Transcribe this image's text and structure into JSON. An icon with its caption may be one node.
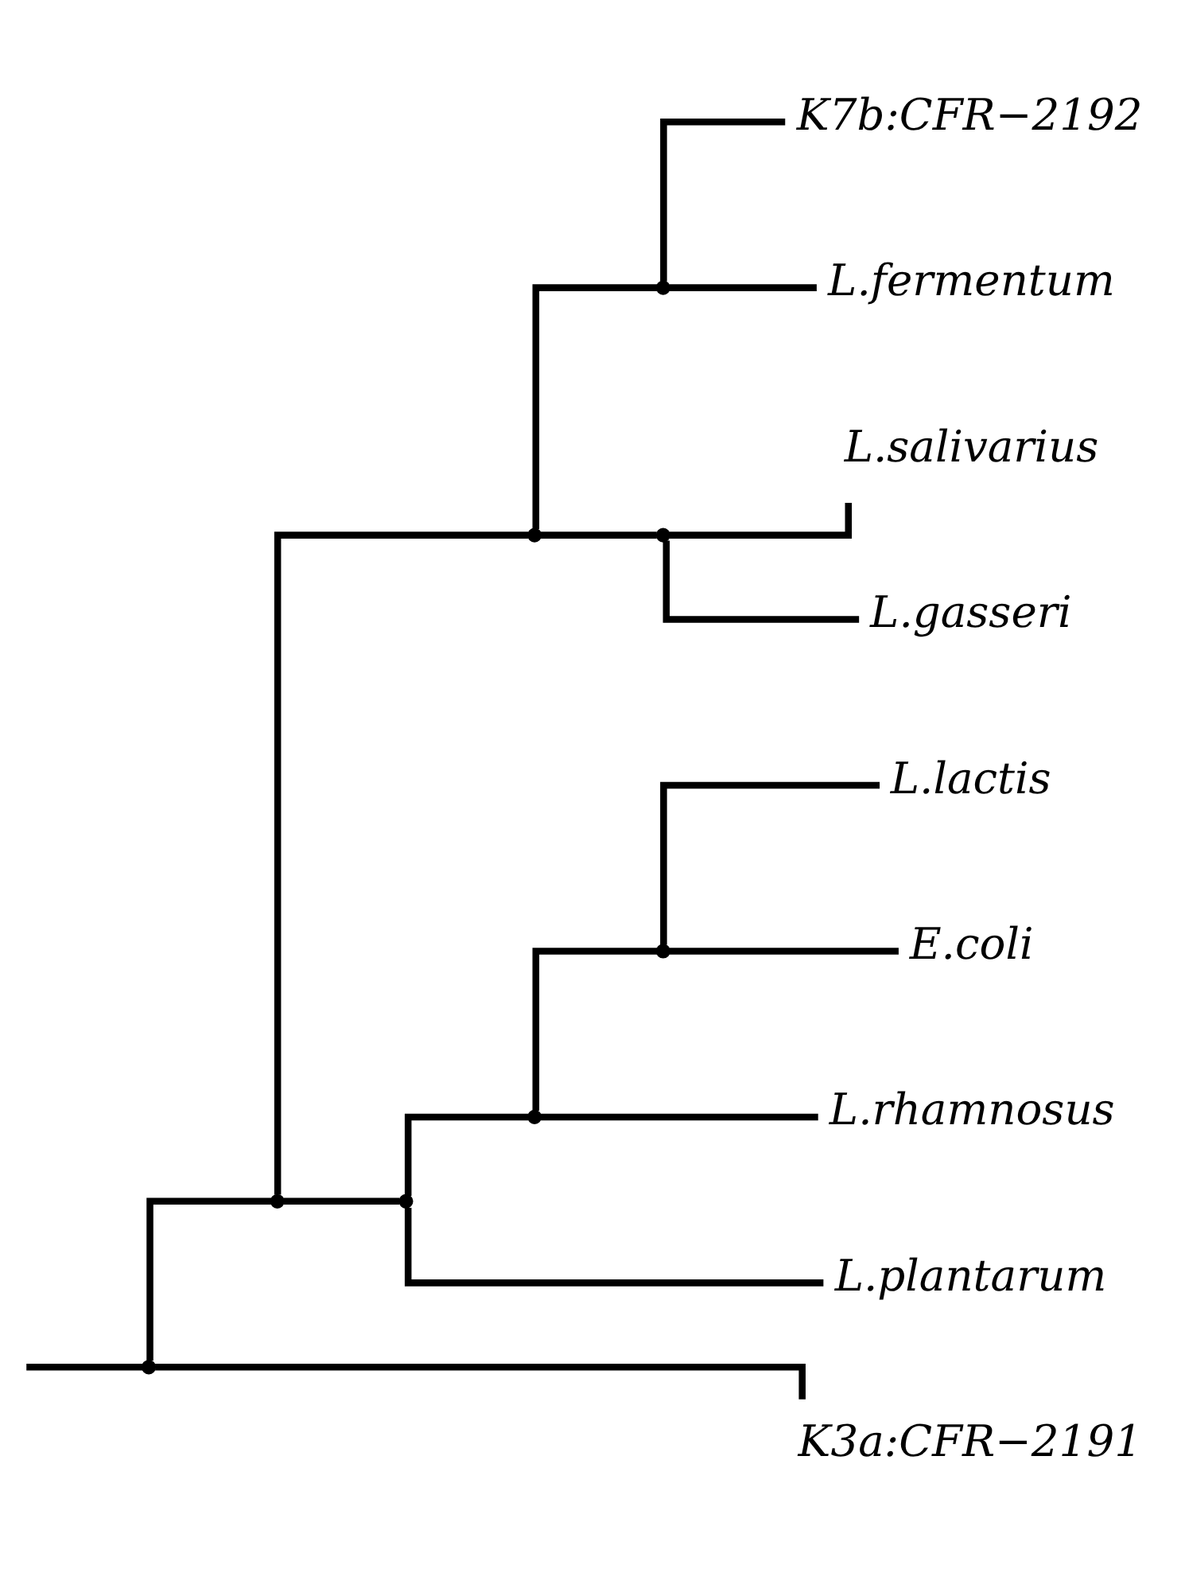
{
  "diagram": {
    "nodes": [
      {
        "text": [],
        "shape": "point"
      },
      {
        "text": [],
        "shape": "point"
      },
      {
        "text": [],
        "shape": "point"
      },
      {
        "text": [],
        "shape": "point"
      },
      {
        "text": [
          "K7b:CFR−2192"
        ]
      },
      {
        "text": [
          "L.fermentum"
        ]
      },
      {
        "text": [],
        "shape": "point"
      },
      {
        "text": [
          "L.salivarius"
        ]
      },
      {
        "text": [
          "L.gasseri"
        ]
      },
      {
        "text": [],
        "shape": "point"
      },
      {
        "text": [],
        "shape": "point"
      },
      {
        "text": [],
        "shape": "point"
      },
      {
        "text": [
          "L.lactis"
        ]
      },
      {
        "text": [
          "E.coli"
        ]
      },
      {
        "text": [
          "L.rhamnosus"
        ]
      },
      {
        "text": [
          "L.plantarum"
        ]
      },
      {
        "text": [
          "K3a:CFR−2191"
        ]
      }
    ],
    "edges": [
      {
        "from": null,
        "to": 0,
        "arrow": "none"
      },
      {
        "from": 0,
        "to": 1,
        "arrow": "none"
      },
      {
        "from": 0,
        "to": 16,
        "arrow": "none"
      },
      {
        "from": 1,
        "to": 2,
        "arrow": "none"
      },
      {
        "from": 1,
        "to": 9,
        "arrow": "none"
      },
      {
        "from": 2,
        "to": 3,
        "arrow": "none"
      },
      {
        "from": 2,
        "to": 6,
        "arrow": "none"
      },
      {
        "from": 3,
        "to": 4,
        "arrow": "none"
      },
      {
        "from": 3,
        "to": 5,
        "arrow": "none"
      },
      {
        "from": 6,
        "to": 7,
        "arrow": "none"
      },
      {
        "from": 6,
        "to": 8,
        "arrow": "none"
      },
      {
        "from": 9,
        "to": 10,
        "arrow": "none"
      },
      {
        "from": 9,
        "to": 15,
        "arrow": "none"
      },
      {
        "from": 10,
        "to": 11,
        "arrow": "none"
      },
      {
        "from": 10,
        "to": 14,
        "arrow": "none"
      },
      {
        "from": 11,
        "to": 12,
        "arrow": "none"
      },
      {
        "from": 11,
        "to": 13,
        "arrow": "none"
      }
    ]
  }
}
